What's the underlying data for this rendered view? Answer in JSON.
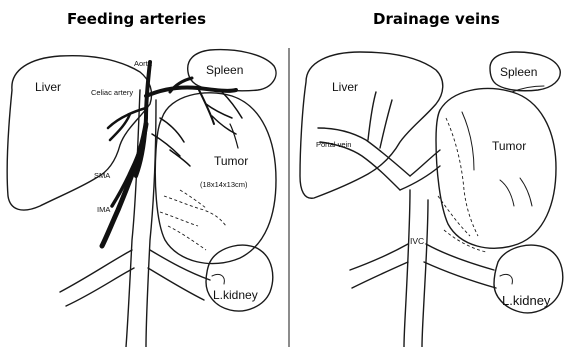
{
  "panels": {
    "left": {
      "title": "Feeding arteries",
      "labels": {
        "liver": "Liver",
        "aorta": "Aorta",
        "celiac": "Celiac artery",
        "spleen": "Spleen",
        "tumor": "Tumor",
        "tumor_size": "(18x14x13cm)",
        "sma": "SMA",
        "ima": "IMA",
        "kidney": "L.kidney"
      }
    },
    "right": {
      "title": "Drainage veins",
      "labels": {
        "liver": "Liver",
        "spleen": "Spleen",
        "portal_vein": "Portal vein",
        "tumor": "Tumor",
        "ivc": "IVC",
        "kidney": "L.kidney"
      }
    }
  }
}
